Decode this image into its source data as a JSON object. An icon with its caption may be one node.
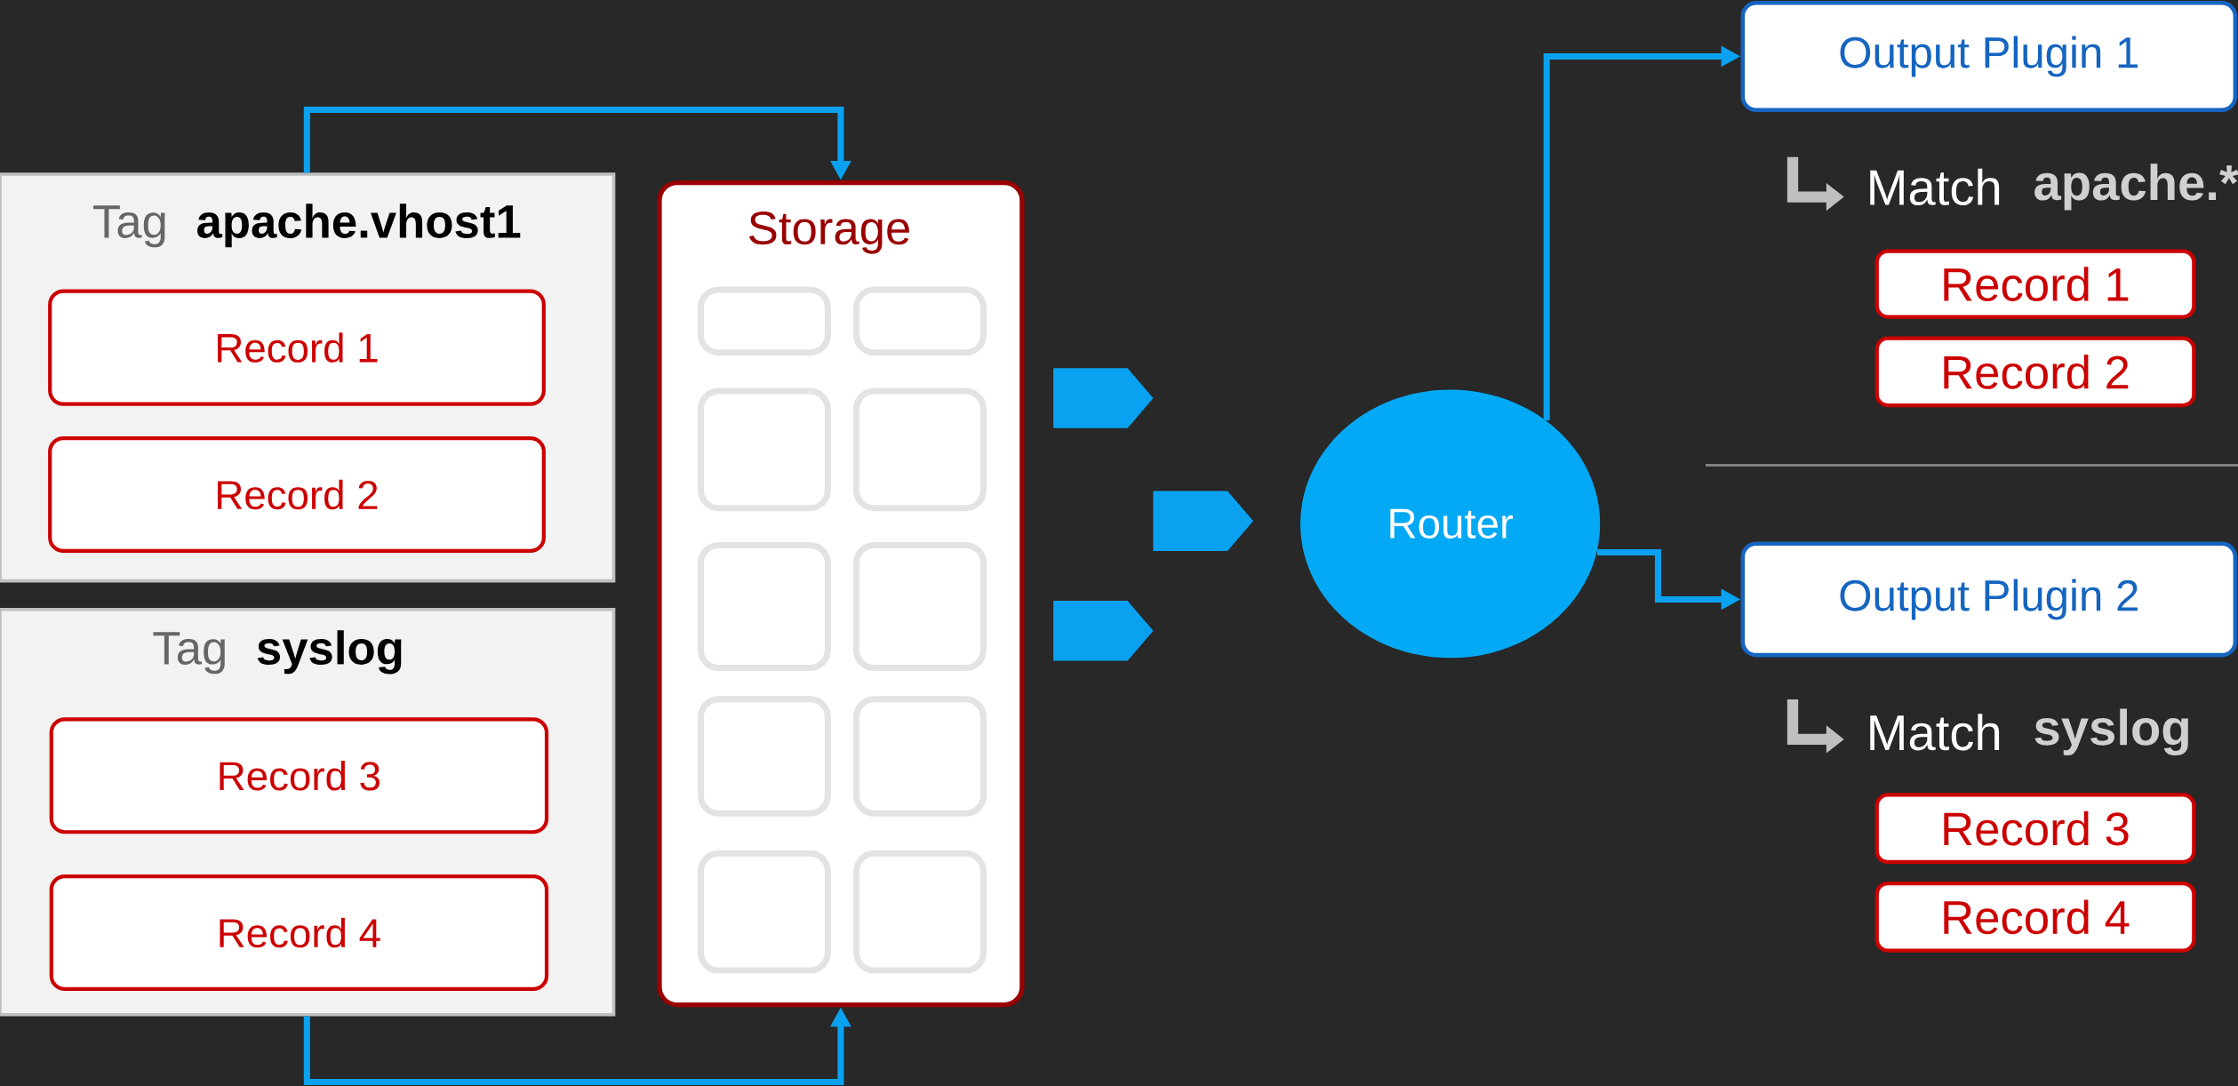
{
  "diagram": {
    "nodes": [
      {
        "text": [
          "Tag",
          "apache.vhost1"
        ]
      },
      {
        "text": [
          "Record 1"
        ],
        "in": 0
      },
      {
        "text": [
          "Record 2"
        ],
        "in": 0
      },
      {
        "text": [
          "Tag",
          "syslog"
        ]
      },
      {
        "text": [
          "Record 3"
        ],
        "in": 3
      },
      {
        "text": [
          "Record 4"
        ],
        "in": 3
      },
      {
        "text": [
          "Storage"
        ]
      },
      {
        "text": [],
        "shape": "box",
        "in": 6
      },
      {
        "text": [],
        "shape": "box",
        "in": 6
      },
      {
        "text": [],
        "shape": "box",
        "in": 6
      },
      {
        "text": [],
        "shape": "box",
        "in": 6
      },
      {
        "text": [],
        "shape": "box",
        "in": 6
      },
      {
        "text": [],
        "shape": "box",
        "in": 6
      },
      {
        "text": [],
        "shape": "box",
        "in": 6
      },
      {
        "text": [],
        "shape": "box",
        "in": 6
      },
      {
        "text": [],
        "shape": "box",
        "in": 6
      },
      {
        "text": [],
        "shape": "box",
        "in": 6
      },
      {
        "text": [
          "Router"
        ]
      },
      {
        "text": [
          "Output Plugin 1"
        ]
      },
      {
        "text": [
          "Record 1"
        ]
      },
      {
        "text": [
          "Record 2"
        ]
      },
      {
        "text": [
          "Output Plugin 2"
        ]
      },
      {
        "text": [
          "Record 3"
        ]
      },
      {
        "text": [
          "Record 4"
        ]
      }
    ],
    "edges": [
      {
        "from": 0,
        "to": 6,
        "arrow": "to"
      },
      {
        "from": 3,
        "to": 6,
        "arrow": "to"
      },
      {
        "from": 17,
        "to": 18,
        "arrow": "to"
      },
      {
        "from": 17,
        "to": 21,
        "arrow": "to"
      }
    ],
    "labels": [
      "Match",
      "apache.*",
      "Match",
      "syslog"
    ]
  }
}
